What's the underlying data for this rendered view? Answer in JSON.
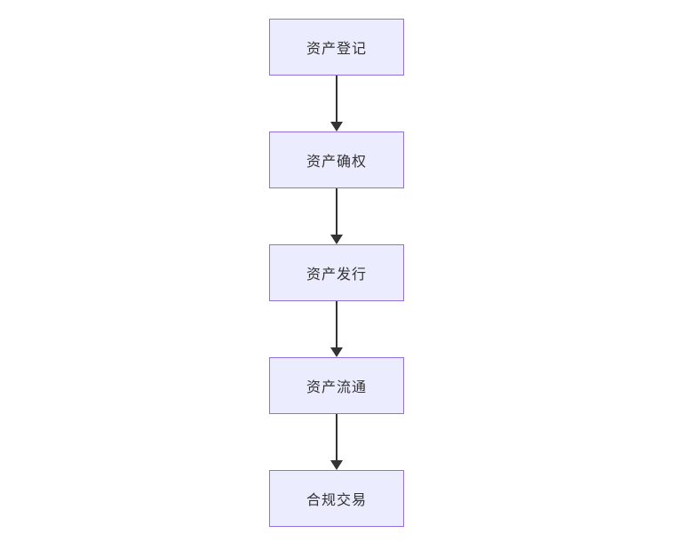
{
  "diagram": {
    "type": "flowchart-vertical",
    "direction": "top-to-bottom",
    "nodes": [
      {
        "id": "node-1",
        "label": "资产登记"
      },
      {
        "id": "node-2",
        "label": "资产确权"
      },
      {
        "id": "node-3",
        "label": "资产发行"
      },
      {
        "id": "node-4",
        "label": "资产流通"
      },
      {
        "id": "node-5",
        "label": "合规交易"
      }
    ],
    "edges": [
      {
        "from": "资产登记",
        "to": "资产确权",
        "style": "arrow"
      },
      {
        "from": "资产确权",
        "to": "资产发行",
        "style": "arrow"
      },
      {
        "from": "资产发行",
        "to": "资产流通",
        "style": "arrow"
      },
      {
        "from": "资产流通",
        "to": "合规交易",
        "style": "arrow"
      }
    ],
    "colors": {
      "node_fill": "#ECECFF",
      "node_border": "#9370DB",
      "node_text": "#333333",
      "arrow": "#333333",
      "background": "#FFFFFF"
    }
  }
}
